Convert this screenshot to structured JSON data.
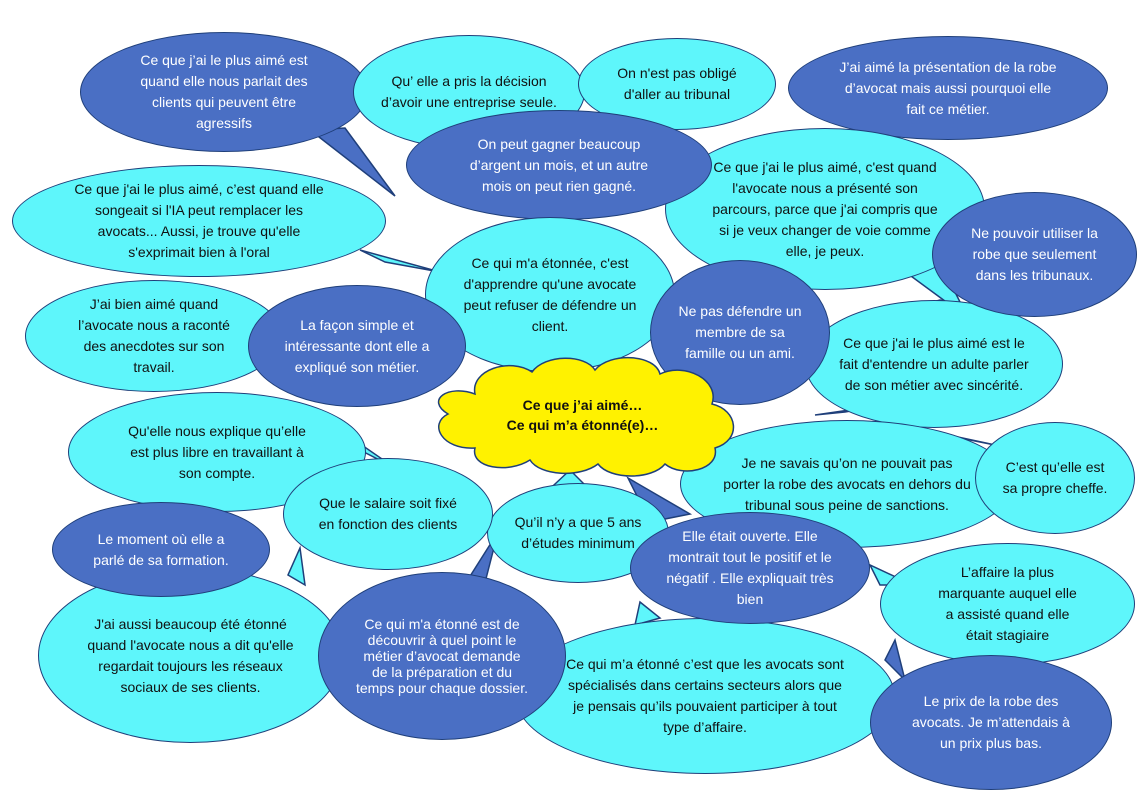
{
  "center": {
    "line1": "Ce que j’ai aimé…",
    "line2": "Ce qui m’a étonné(e)…"
  },
  "colors": {
    "light": "#5ef6fb",
    "dark": "#4a6fc4",
    "cloud": "#fff200",
    "outline": "#1f3f7a"
  },
  "bubbles": [
    {
      "id": "clients-agressifs",
      "style": "dark",
      "text": "Ce que j’ai le plus aimé est quand elle nous parlait des clients qui peuvent être agressifs"
    },
    {
      "id": "entreprise-seule",
      "style": "light",
      "text": "Qu’ elle a pris la décision d’avoir une entreprise seule."
    },
    {
      "id": "tribunal",
      "style": "light",
      "text": "On n'est pas obligé d'aller  au tribunal"
    },
    {
      "id": "robe-presentation",
      "style": "dark",
      "text": "J’ai aimé la présentation de la robe d’avocat mais aussi pourquoi elle fait ce métier."
    },
    {
      "id": "argent",
      "style": "dark",
      "text": "On peut gagner beaucoup d’argent un mois, et un autre mois on peut rien gagné."
    },
    {
      "id": "ia",
      "style": "light",
      "text": "Ce que j'ai le plus aimé, c’est quand elle songeait si l'IA peut remplacer les avocats... Aussi, je trouve qu'elle s'exprimait bien à l'oral"
    },
    {
      "id": "parcours",
      "style": "light",
      "text": "Ce que j'ai le plus aimé, c'est quand l'avocate nous a présenté son parcours, parce que j'ai compris que si je veux changer de voie comme elle, je peux."
    },
    {
      "id": "robe-tribunaux",
      "style": "dark",
      "text": "Ne pouvoir utiliser la robe que seulement dans les tribunaux."
    },
    {
      "id": "refuser",
      "style": "light",
      "text": "Ce qui m'a étonnée, c'est d'apprendre qu'une avocate peut refuser de défendre un client."
    },
    {
      "id": "anecdotes",
      "style": "light",
      "text": "J’ai bien aimé quand l’avocate nous a raconté des anecdotes sur son travail."
    },
    {
      "id": "facon-simple",
      "style": "dark",
      "text": "La façon simple et intéressante dont elle a expliqué son métier."
    },
    {
      "id": "famille",
      "style": "dark",
      "text": "Ne pas défendre un membre de sa famille ou un ami."
    },
    {
      "id": "sincerite",
      "style": "light",
      "text": "Ce que j'ai le plus aimé est le fait d'entendre un adulte parler de son métier avec sincérité."
    },
    {
      "id": "plus-libre",
      "style": "light",
      "text": "Qu'elle nous explique qu’elle est plus libre en travaillant à son compte."
    },
    {
      "id": "robe-sanctions",
      "style": "light",
      "text": "Je ne savais qu’on ne pouvait pas porter la robe des avocats en dehors du tribunal sous peine de sanctions."
    },
    {
      "id": "cheffe",
      "style": "light",
      "text": "C’est qu’elle est sa propre cheffe."
    },
    {
      "id": "salaire",
      "style": "light",
      "text": "Que le salaire soit fixé en fonction des clients"
    },
    {
      "id": "etudes",
      "style": "light",
      "text": "Qu’il n’y a que 5 ans d’études minimum"
    },
    {
      "id": "ouverte",
      "style": "dark",
      "text": "Elle était ouverte. Elle montrait tout le positif et le négatif . Elle expliquait très bien"
    },
    {
      "id": "formation",
      "style": "dark",
      "text": "Le moment où elle a parlé de sa formation."
    },
    {
      "id": "affaire",
      "style": "light",
      "text": "L’affaire la plus marquante auquel elle a assisté quand elle était stagiaire"
    },
    {
      "id": "reseaux",
      "style": "light",
      "text": "J'ai aussi beaucoup été étonné quand l'avocate nous a dit qu'elle regardait toujours les réseaux sociaux de ses clients."
    },
    {
      "id": "preparation",
      "style": "dark",
      "text": "Ce qui m'a étonné est de découvrir à quel point le métier d’avocat demande de la préparation et du temps pour chaque dossier."
    },
    {
      "id": "specialises",
      "style": "light",
      "text": "Ce qui m’a étonné c’est que les avocats sont spécialisés dans certains secteurs alors que je pensais qu’ils pouvaient participer à tout type d’affaire."
    },
    {
      "id": "prix-robe",
      "style": "dark",
      "text": "Le prix de la robe des avocats. Je m’attendais à un prix plus bas."
    }
  ]
}
